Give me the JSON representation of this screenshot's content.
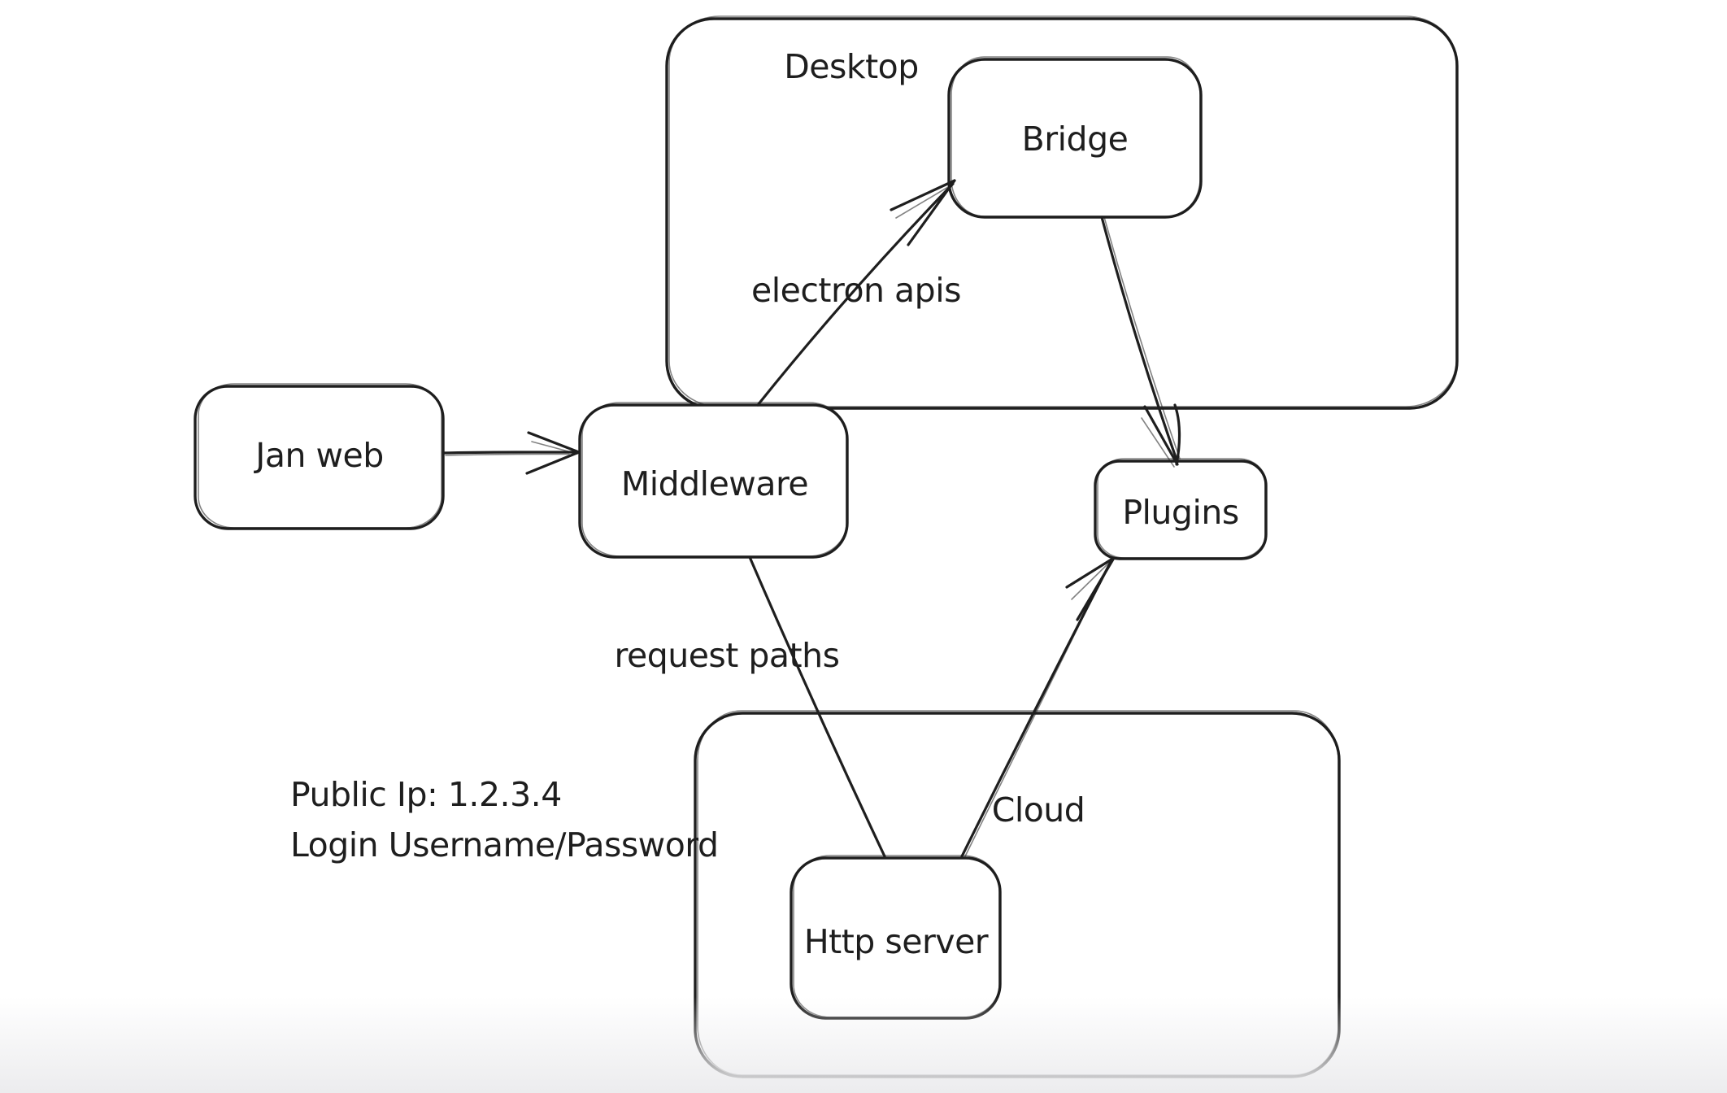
{
  "diagram": {
    "style": "hand-drawn whiteboard sketch",
    "colors": {
      "stroke": "#1e1e1e",
      "background": "#ffffff",
      "bottom_fade": "#ececee"
    },
    "containers": [
      {
        "id": "desktop",
        "label": "Desktop"
      },
      {
        "id": "cloud",
        "label": "Cloud"
      }
    ],
    "nodes": [
      {
        "id": "jan-web",
        "label": "Jan web",
        "container": null
      },
      {
        "id": "middleware",
        "label": "Middleware",
        "container": null
      },
      {
        "id": "bridge",
        "label": "Bridge",
        "container": "desktop"
      },
      {
        "id": "plugins",
        "label": "Plugins",
        "container": null
      },
      {
        "id": "http-server",
        "label": "Http server",
        "container": "cloud"
      }
    ],
    "edges": [
      {
        "from": "jan-web",
        "to": "middleware",
        "label": "",
        "arrowhead": true
      },
      {
        "from": "middleware",
        "to": "bridge",
        "label": "electron apis",
        "arrowhead": true
      },
      {
        "from": "bridge",
        "to": "plugins",
        "label": "",
        "arrowhead": true
      },
      {
        "from": "middleware",
        "to": "http-server",
        "label": "request paths",
        "arrowhead": false
      },
      {
        "from": "http-server",
        "to": "plugins",
        "label": "",
        "arrowhead": true
      }
    ],
    "annotations": [
      {
        "text": "Public Ip: 1.2.3.4"
      },
      {
        "text": "Login Username/Password"
      }
    ]
  }
}
